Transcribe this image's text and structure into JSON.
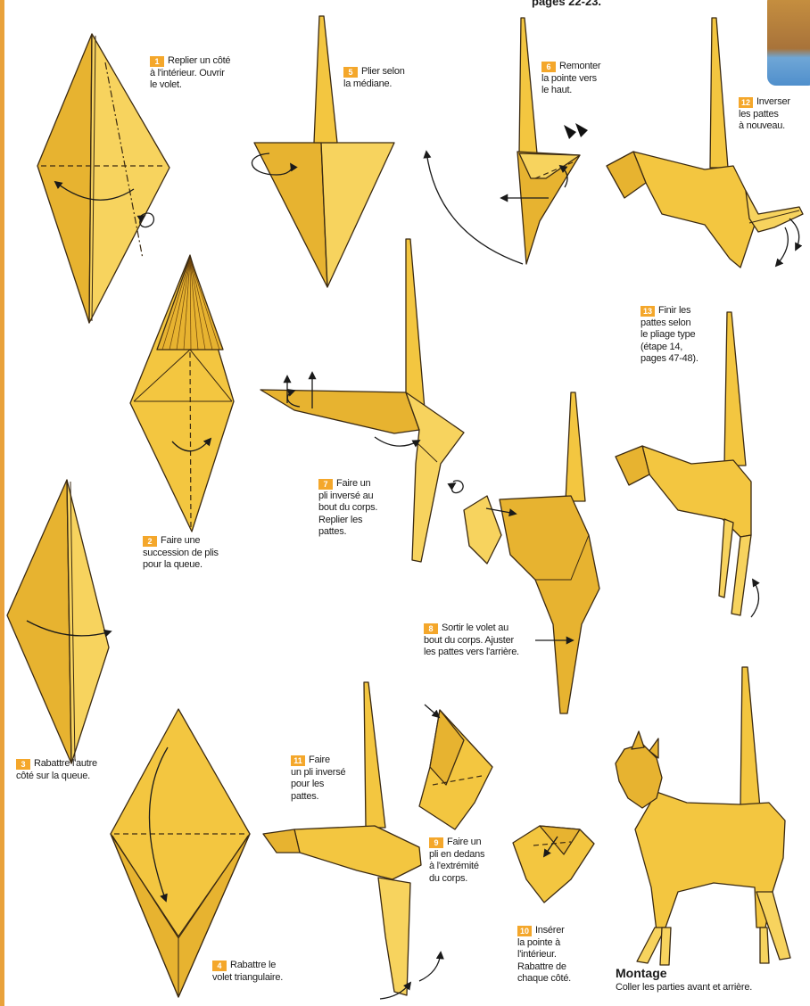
{
  "header": {
    "text": "pages 22-23."
  },
  "steps": [
    {
      "number": "1",
      "lines": [
        "Replier un côté",
        "à l'intérieur. Ouvrir",
        "le volet."
      ]
    },
    {
      "number": "2",
      "lines": [
        "Faire une",
        "succession de plis",
        "pour la queue."
      ]
    },
    {
      "number": "3",
      "lines": [
        "Rabattre l'autre",
        "côté sur la queue."
      ]
    },
    {
      "number": "4",
      "lines": [
        "Rabattre le",
        "volet triangulaire."
      ]
    },
    {
      "number": "5",
      "lines": [
        "Plier selon",
        "la médiane."
      ]
    },
    {
      "number": "6",
      "lines": [
        "Remonter",
        "la pointe vers",
        "le haut."
      ]
    },
    {
      "number": "7",
      "lines": [
        "Faire un",
        "pli inversé au",
        "bout du corps.",
        "Replier les",
        "pattes."
      ]
    },
    {
      "number": "8",
      "lines": [
        "Sortir le volet au",
        "bout du corps. Ajuster",
        "les pattes vers l'arrière."
      ]
    },
    {
      "number": "9",
      "lines": [
        "Faire un",
        "pli en dedans",
        "à l'extrémité",
        "du corps."
      ]
    },
    {
      "number": "10",
      "lines": [
        "Insérer",
        "la pointe à",
        "l'intérieur.",
        "Rabattre de",
        "chaque côté."
      ]
    },
    {
      "number": "11",
      "lines": [
        "Faire",
        "un pli inversé",
        "pour les",
        "pattes."
      ]
    },
    {
      "number": "12",
      "lines": [
        "Inverser",
        "les pattes",
        "à nouveau."
      ]
    },
    {
      "number": "13",
      "lines": [
        "Finir les",
        "pattes selon",
        "le pliage type",
        "(étape 14,",
        "pages 47-48)."
      ]
    }
  ],
  "montage": {
    "title": "Montage",
    "text": "Coller les parties avant et arrière."
  },
  "colors": {
    "paper_yellow": "#f3c640",
    "paper_light": "#f7d35e",
    "paper_dark": "#e7b330",
    "outline": "#3b2a12",
    "badge_orange": "#f4a72b",
    "border_orange": "#e9a23b"
  }
}
